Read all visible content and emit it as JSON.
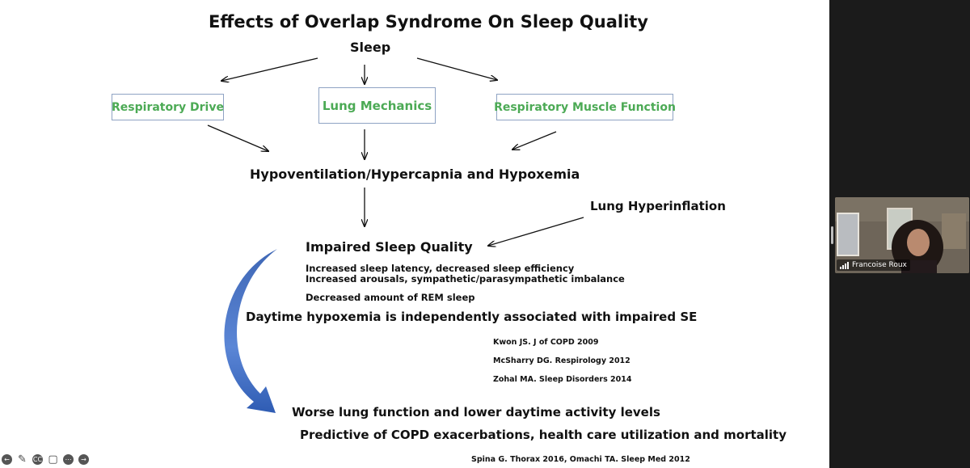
{
  "slide": {
    "title": "Effects of Overlap Syndrome On Sleep Quality",
    "root": "Sleep",
    "boxes": {
      "left": "Respiratory Drive",
      "center": "Lung Mechanics",
      "right": "Respiratory Muscle Function"
    },
    "hypo": "Hypoventilation/Hypercapnia and Hypoxemia",
    "hyperinflation": "Lung Hyperinflation",
    "impaired": "Impaired Sleep Quality",
    "bullets": [
      "Increased sleep latency, decreased sleep efficiency",
      "Increased arousals, sympathetic/parasympathetic imbalance",
      "Decreased amount of REM sleep"
    ],
    "daytime": "Daytime hypoxemia is independently associated with impaired SE",
    "refs": [
      "Kwon  JS. J of COPD 2009",
      "McSharry DG. Respirology 2012",
      "Zohal MA. Sleep Disorders 2014"
    ],
    "worse": "Worse lung function and lower daytime activity levels",
    "predictive": "Predictive of COPD exacerbations, health care utilization and mortality",
    "bottom_ref": "Spina G. Thorax 2016,  Omachi TA. Sleep Med 2012"
  },
  "toolbar": {
    "icons": [
      "back-icon",
      "pen-icon",
      "captions-icon",
      "video-icon",
      "more-icon",
      "forward-icon"
    ],
    "cc_label": "CC"
  },
  "participant": {
    "name": "Francoise Roux"
  },
  "colors": {
    "accent_green": "#4caa55",
    "box_border": "#8fa3c4",
    "curved_arrow": "#3f67b5"
  }
}
